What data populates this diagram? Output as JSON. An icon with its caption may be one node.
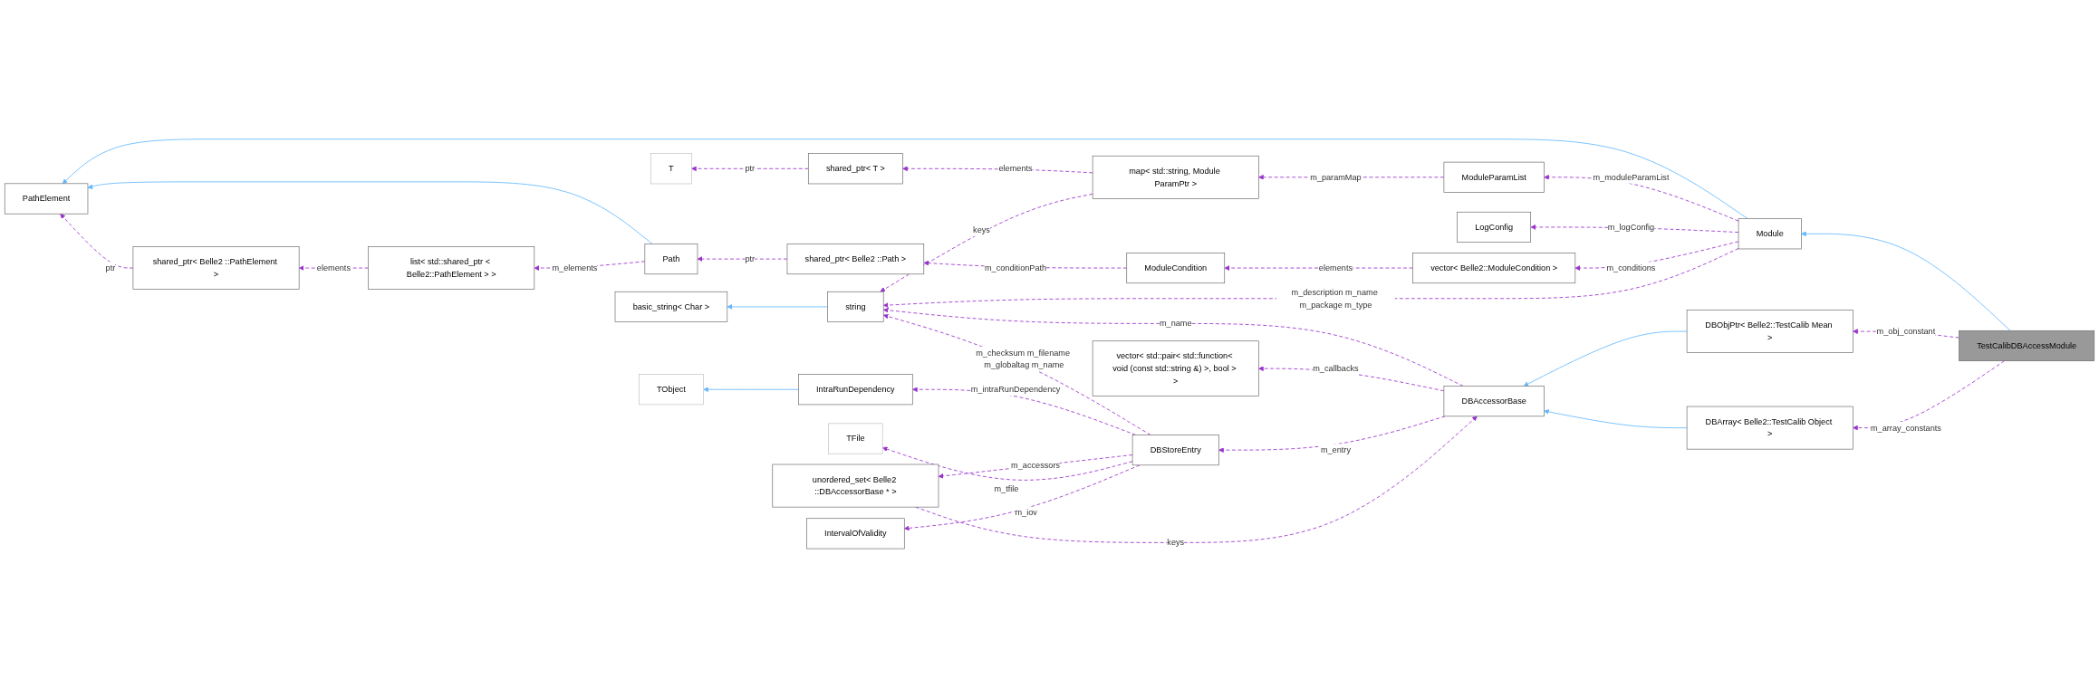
{
  "diagram": {
    "nodes": [
      {
        "text": [
          "PathElement"
        ]
      },
      {
        "text": [
          "shared_ptr< Belle2 ::PathElement >"
        ]
      },
      {
        "text": [
          "list< std::shared_ptr < Belle2::PathElement > >"
        ]
      },
      {
        "text": [
          "T"
        ]
      },
      {
        "text": [
          "shared_ptr< T >"
        ]
      },
      {
        "text": [
          "Path"
        ]
      },
      {
        "text": [
          "basic_string< Char >"
        ]
      },
      {
        "text": [
          "shared_ptr< Belle2 ::Path >"
        ]
      },
      {
        "text": [
          "string"
        ]
      },
      {
        "text": [
          "map< std::string, Module ParamPtr >"
        ]
      },
      {
        "text": [
          "vector< std::pair< std::function< void (const std::string &) >, bool > >"
        ]
      },
      {
        "text": [
          "DBAccessorBase"
        ]
      },
      {
        "text": [
          "ModuleCondition"
        ]
      },
      {
        "text": [
          "TObject"
        ]
      },
      {
        "text": [
          "ModuleParamList"
        ]
      },
      {
        "text": [
          "LogConfig"
        ]
      },
      {
        "text": [
          "vector< Belle2::ModuleCondition >"
        ]
      },
      {
        "text": [
          "IntraRunDependency"
        ]
      },
      {
        "text": [
          "unordered_set< Belle2 ::DBAccessorBase * >"
        ]
      },
      {
        "text": [
          "TFile"
        ]
      },
      {
        "text": [
          "IntervalOfValidity"
        ]
      },
      {
        "text": [
          "DBObjPtr< Belle2::TestCalib Mean >"
        ]
      },
      {
        "text": [
          "DBArray< Belle2::TestCalib Object >"
        ]
      },
      {
        "text": [
          "Module"
        ]
      },
      {
        "text": [
          "DBStoreEntry"
        ]
      },
      {
        "text": [
          "TestCalibDBAccessModule"
        ]
      }
    ],
    "edges": [
      {
        "from": 23,
        "to": 0,
        "arrow": "to",
        "color": "#63b8ff"
      },
      {
        "from": 5,
        "to": 0,
        "arrow": "to",
        "color": "#63b8ff"
      },
      {
        "from": 1,
        "to": 0,
        "arrow": "to",
        "label": "ptr",
        "style": "dashed"
      },
      {
        "from": 2,
        "to": 1,
        "arrow": "to",
        "label": "elements",
        "style": "dashed"
      },
      {
        "from": 5,
        "to": 2,
        "arrow": "to",
        "label": "m_elements",
        "style": "dashed"
      },
      {
        "from": 4,
        "to": 3,
        "arrow": "to",
        "label": "ptr",
        "style": "dashed"
      },
      {
        "from": 9,
        "to": 4,
        "arrow": "to",
        "label": "elements",
        "style": "dashed"
      },
      {
        "from": 7,
        "to": 5,
        "arrow": "to",
        "label": "ptr",
        "style": "dashed"
      },
      {
        "from": 8,
        "to": 6,
        "arrow": "to",
        "color": "#63b8ff"
      },
      {
        "from": 9,
        "to": 8,
        "arrow": "to",
        "label": "keys",
        "style": "dashed"
      },
      {
        "from": 12,
        "to": 7,
        "arrow": "to",
        "label": "m_conditionPath",
        "style": "dashed"
      },
      {
        "from": 14,
        "to": 9,
        "arrow": "to",
        "label": "m_paramMap",
        "style": "dashed"
      },
      {
        "from": 11,
        "to": 8,
        "arrow": "to",
        "label": "m_name",
        "style": "dashed"
      },
      {
        "from": 11,
        "to": 10,
        "arrow": "to",
        "label": "m_callbacks",
        "style": "dashed"
      },
      {
        "from": 18,
        "to": 11,
        "arrow": "to",
        "label": "keys",
        "style": "dashed"
      },
      {
        "from": 21,
        "to": 11,
        "arrow": "to",
        "color": "#63b8ff"
      },
      {
        "from": 22,
        "to": 11,
        "arrow": "to",
        "color": "#63b8ff"
      },
      {
        "from": 16,
        "to": 12,
        "arrow": "to",
        "label": "elements",
        "style": "dashed"
      },
      {
        "from": 17,
        "to": 13,
        "arrow": "to",
        "color": "#63b8ff"
      },
      {
        "from": 23,
        "to": 14,
        "arrow": "to",
        "label": "m_moduleParamList",
        "style": "dashed"
      },
      {
        "from": 23,
        "to": 15,
        "arrow": "to",
        "label": "m_logConfig",
        "style": "dashed"
      },
      {
        "from": 23,
        "to": 16,
        "arrow": "to",
        "label": "m_conditions",
        "style": "dashed"
      },
      {
        "from": 23,
        "to": 8,
        "arrow": "to",
        "label": "m_description m_name m_package m_type",
        "style": "dashed"
      },
      {
        "from": 24,
        "to": 8,
        "arrow": "to",
        "label": "m_checksum m_filename m_globaltag m_name",
        "style": "dashed"
      },
      {
        "from": 24,
        "to": 17,
        "arrow": "to",
        "label": "m_intraRunDependency",
        "style": "dashed"
      },
      {
        "from": 11,
        "to": 24,
        "arrow": "to",
        "label": "m_entry",
        "style": "dashed"
      },
      {
        "from": 24,
        "to": 18,
        "arrow": "to",
        "label": "m_accessors",
        "style": "dashed"
      },
      {
        "from": 24,
        "to": 19,
        "arrow": "to",
        "label": "m_tfile",
        "style": "dashed"
      },
      {
        "from": 24,
        "to": 20,
        "arrow": "to",
        "label": "m_iov",
        "style": "dashed"
      },
      {
        "from": 25,
        "to": 23,
        "arrow": "to",
        "color": "#63b8ff"
      },
      {
        "from": 25,
        "to": 21,
        "arrow": "to",
        "label": "m_obj_constant",
        "style": "dashed"
      },
      {
        "from": 25,
        "to": 22,
        "arrow": "to",
        "label": "m_array_constants",
        "style": "dashed"
      }
    ]
  }
}
